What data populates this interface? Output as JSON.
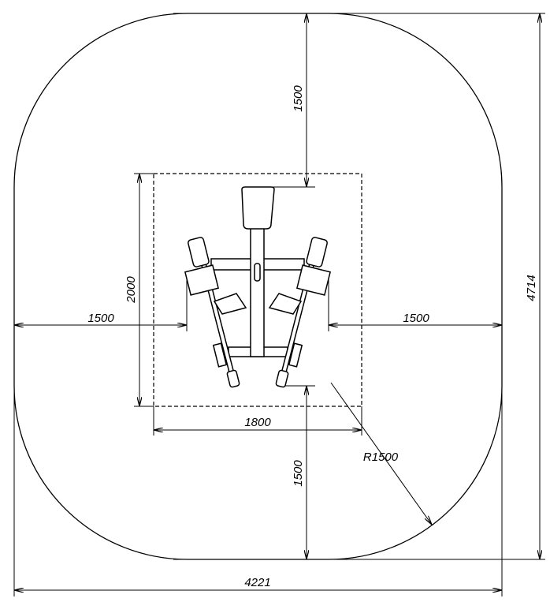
{
  "dimensions": {
    "top_clearance": "1500",
    "bottom_clearance": "1500",
    "left_clearance": "1500",
    "right_clearance": "1500",
    "equipment_depth": "2000",
    "equipment_width": "1800",
    "total_height": "4714",
    "total_width": "4221",
    "corner_radius": "R1500"
  }
}
